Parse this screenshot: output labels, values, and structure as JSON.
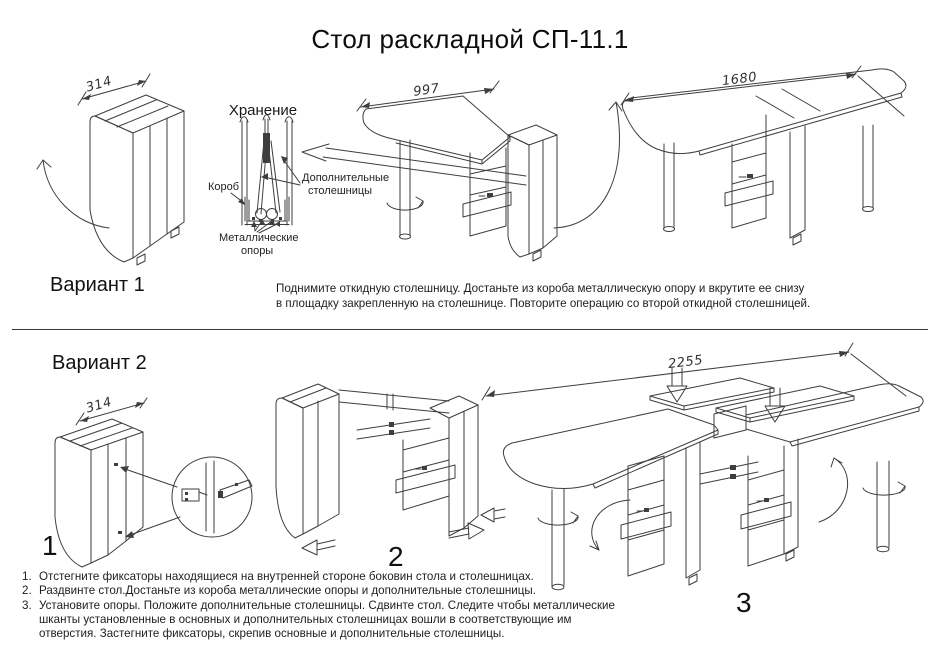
{
  "title": "Стол раскладной СП-11.1",
  "variant1": {
    "heading": "Вариант 1",
    "instructions": "Поднимите откидную столешницу. Достаньте из короба металлическую опору и вкрутите ее снизу\nв площадку закрепленную на столешнице. Повторите операцию со второй откидной столешницей.",
    "dim_folded": "314",
    "dim_half_open": "997",
    "dim_open": "1680"
  },
  "storage": {
    "heading": "Хранение",
    "label_box": "Короб",
    "label_extra_tops_line1": "Дополнительные",
    "label_extra_tops_line2": "столешницы",
    "label_metal_supports_line1": "Металлические",
    "label_metal_supports_line2": "опоры"
  },
  "variant2": {
    "heading": "Вариант 2",
    "dim_folded": "314",
    "dim_open": "2255",
    "fig1_num": "1",
    "fig2_num": "2",
    "fig3_num": "3",
    "steps": [
      {
        "num": "1.",
        "text": "Отстегните фиксаторы находящиеся на внутренней стороне боковин стола и столешницах."
      },
      {
        "num": "2.",
        "text": "Раздвинте  стол.Достаньте из короба металлические опоры и  дополнительные  столешницы."
      },
      {
        "num": "3.",
        "text": "Установите  опоры.  Положите дополнительные  столешницы.  Сдвинте  стол.  Следите  чтобы металлические  шканты  установленные  в основных и дополнительных столешницах вошли в соответствующие им отверстия. Застегните фиксаторы, скрепив  основные и дополнительные столешницы."
      }
    ]
  }
}
